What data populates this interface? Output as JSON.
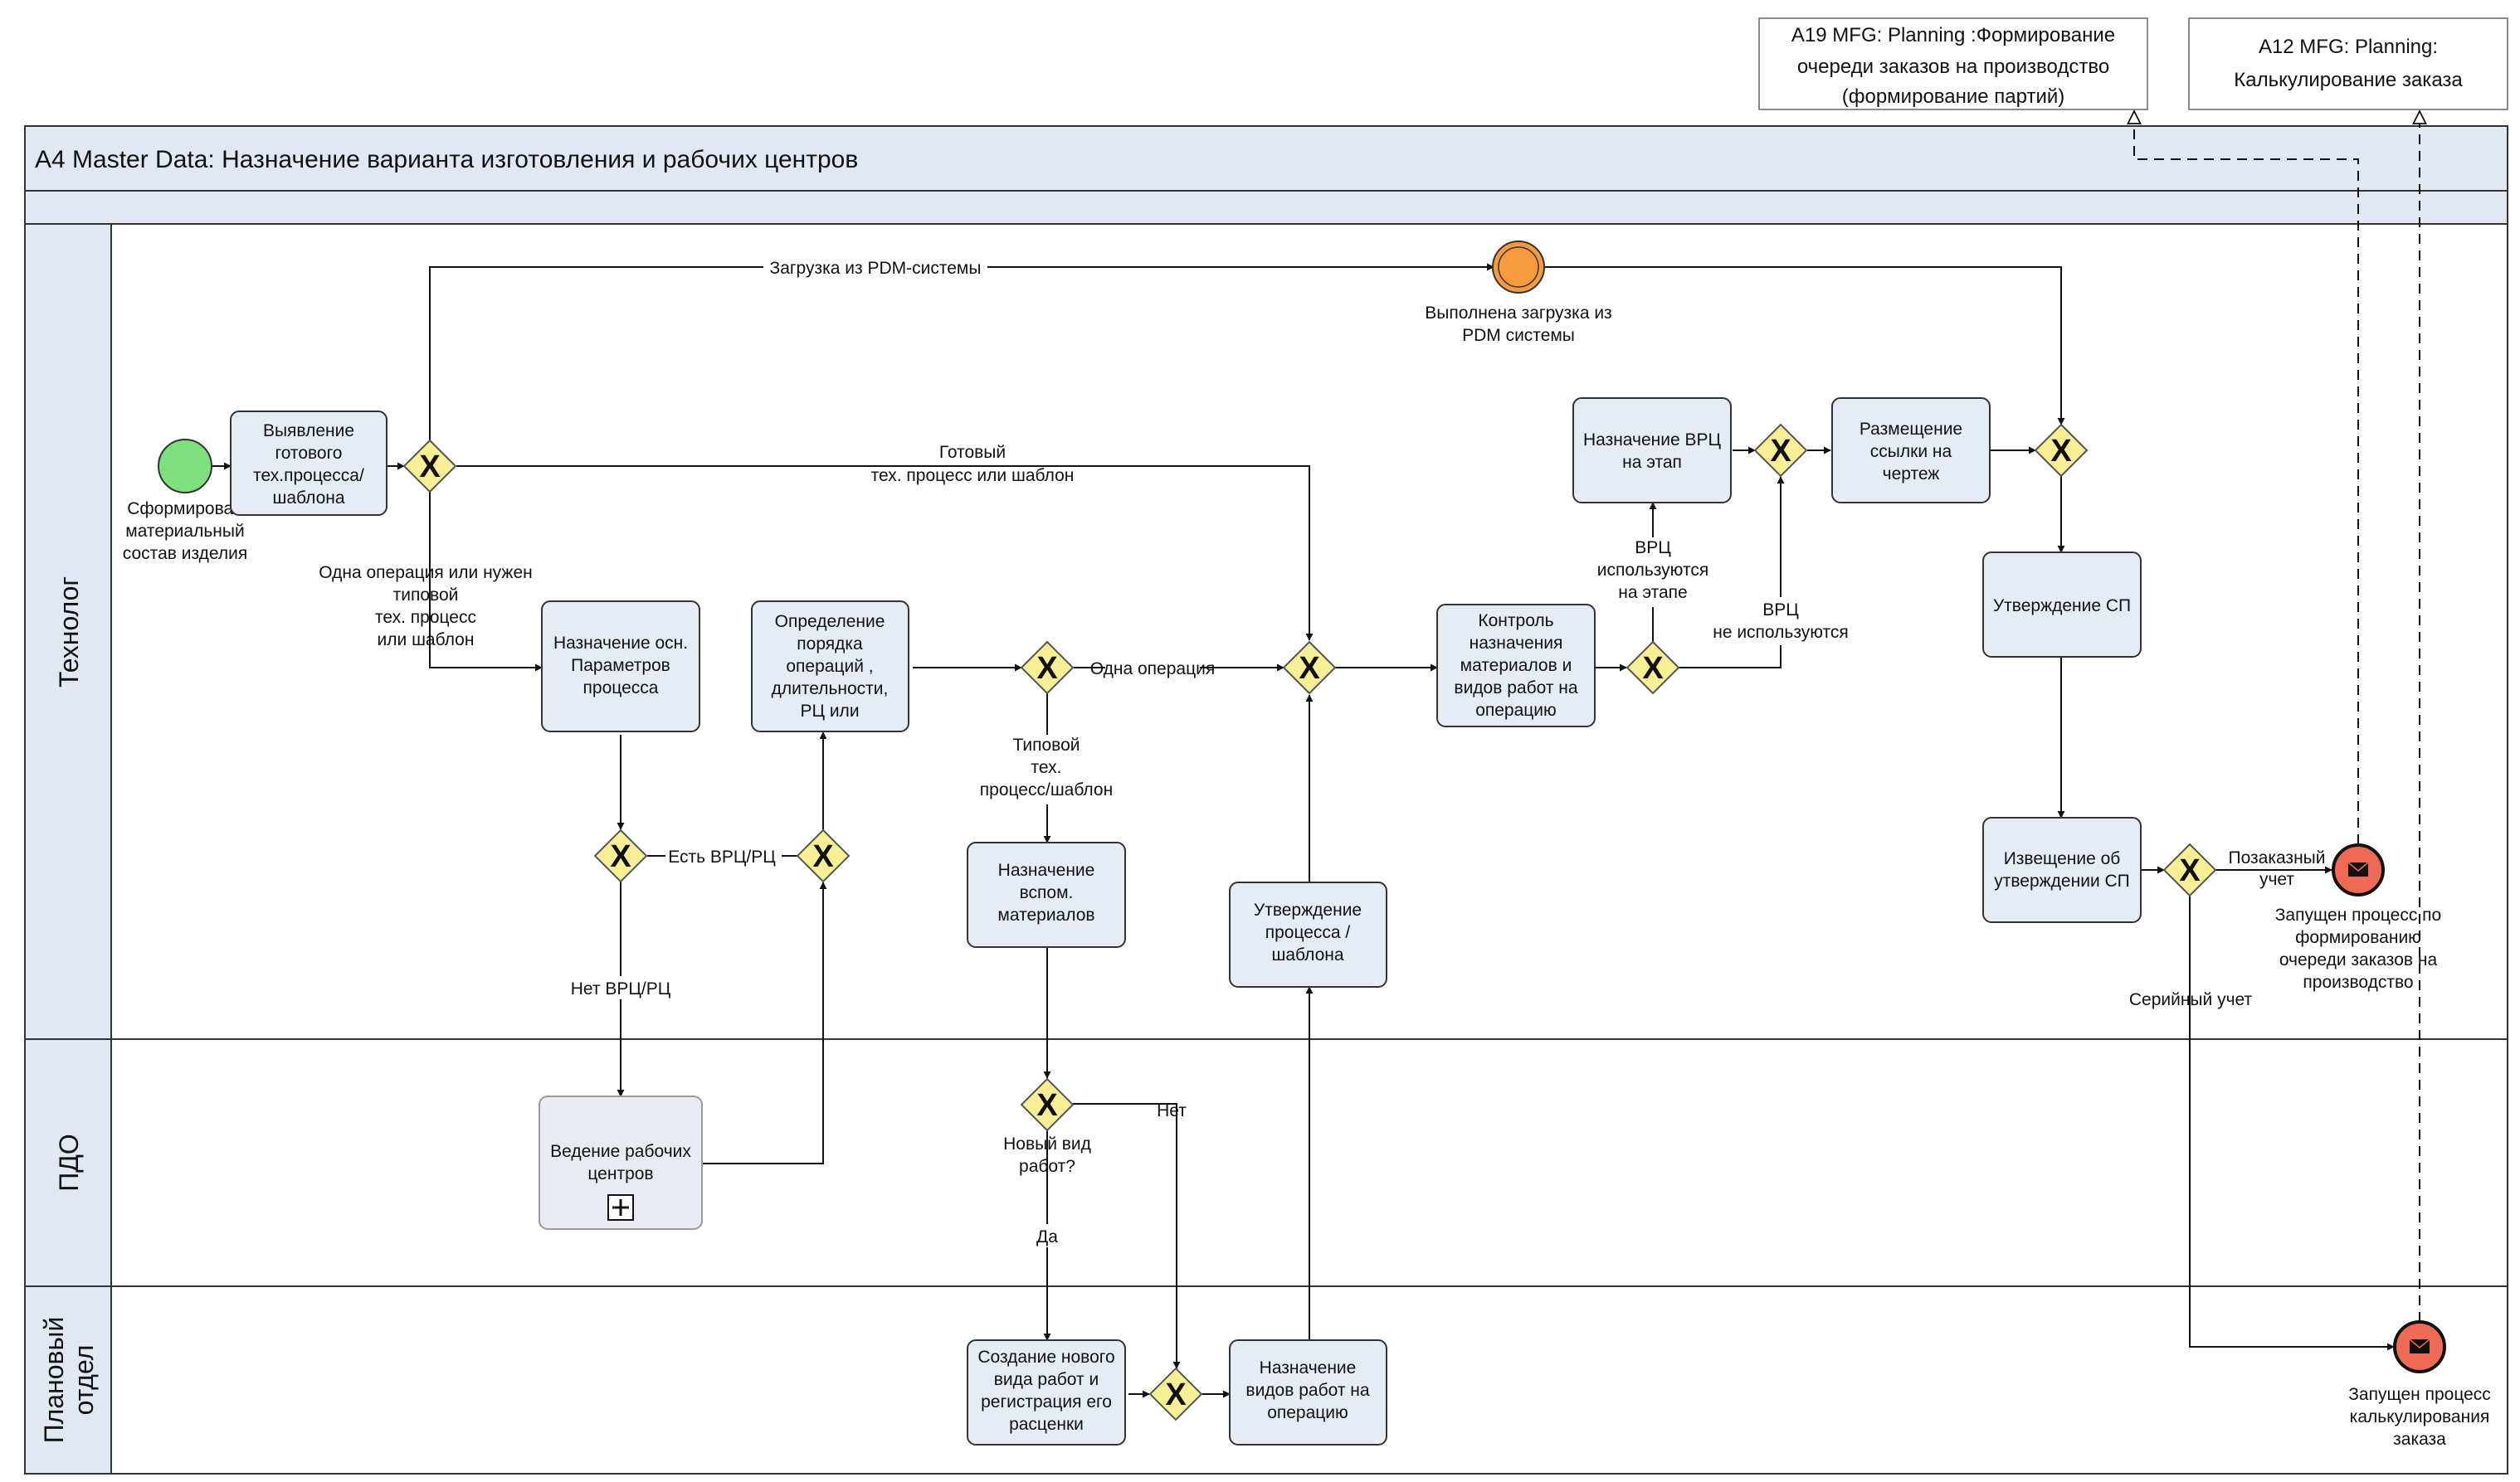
{
  "process_title": "A4  Master Data: Назначение варианта изготовления и рабочих центров",
  "external_refs": {
    "a19": [
      "A19 MFG: Planning :Формирование",
      "очереди заказов на производство",
      "(формирование партий)"
    ],
    "a12": [
      "A12 MFG: Planning:",
      "Калькулирование заказа"
    ]
  },
  "lanes": {
    "tech": "Технолог",
    "pdo": "ПДО",
    "plan": [
      "Плановый",
      "отдел"
    ]
  },
  "events": {
    "start": [
      "Сформирован",
      "материальный",
      "состав изделия"
    ],
    "pdm_loaded": [
      "Выполнена загрузка из",
      "PDM системы"
    ],
    "queue_started": [
      "Запущен процесс по",
      "формированию",
      "очереди заказов на",
      "производство"
    ],
    "calc_started": [
      "Запущен процесс",
      "калькулирования",
      "заказа"
    ]
  },
  "tasks": {
    "identify": [
      "Выявление",
      "готового",
      "тех.процесса/",
      "шаблона"
    ],
    "basic_params": [
      "Назначение осн.",
      "Параметров",
      "процесса"
    ],
    "ops_order": [
      "Определение",
      "порядка",
      "операций ,",
      "длительности,",
      "РЦ или"
    ],
    "aux_materials": [
      "Назначение",
      "вспом.",
      "материалов"
    ],
    "approve_process": [
      "Утверждение",
      "процесса /",
      "шаблона"
    ],
    "control": [
      "Контроль",
      "назначения",
      "материалов и",
      "видов работ на",
      "операцию"
    ],
    "assign_vrc": [
      "Назначение ВРЦ",
      "на этап"
    ],
    "place_link": [
      "Размещение",
      "ссылки на",
      "чертеж"
    ],
    "approve_sp": [
      "Утверждение СП"
    ],
    "notify_sp": [
      "Извещение об",
      "утверждении СП"
    ],
    "work_centers": [
      "Ведение рабочих",
      "центров"
    ],
    "new_work_type": [
      "Создание нового",
      "вида работ и",
      "регистрация его",
      "расценки"
    ],
    "assign_work_types": [
      "Назначение",
      "видов работ на",
      "операцию"
    ]
  },
  "flow_labels": {
    "pdm_load": "Загрузка из PDM-системы",
    "ready": [
      "Готовый",
      "тех. процесс или шаблон"
    ],
    "one_op_or_typical": [
      "Одна операция или нужен",
      "типовой",
      "тех. процесс",
      "или шаблон"
    ],
    "one_op": "Одна операция",
    "typical": [
      "Типовой",
      "тех.",
      "процесс/шаблон"
    ],
    "has_vrc": "Есть ВРЦ/РЦ",
    "no_vrc": "Нет ВРЦ/РЦ",
    "vrc_used": [
      "ВРЦ",
      "используются",
      "на этапе"
    ],
    "vrc_not_used": [
      "ВРЦ",
      "не используются"
    ],
    "new_work_q": [
      "Новый вид",
      "работ?"
    ],
    "no": "Нет",
    "yes": "Да",
    "per_order": [
      "Позаказный",
      "учет"
    ],
    "serial": "Серийный учет"
  },
  "gateway_symbol": "X",
  "colors": {
    "task_fill": "#e6ecf6",
    "lane_fill": "#e1e8f3",
    "gateway_fill": "#f7ee96",
    "start_fill": "#7ee07e",
    "intermediate_fill": "#f59a3d",
    "end_fill": "#ef6a55"
  }
}
